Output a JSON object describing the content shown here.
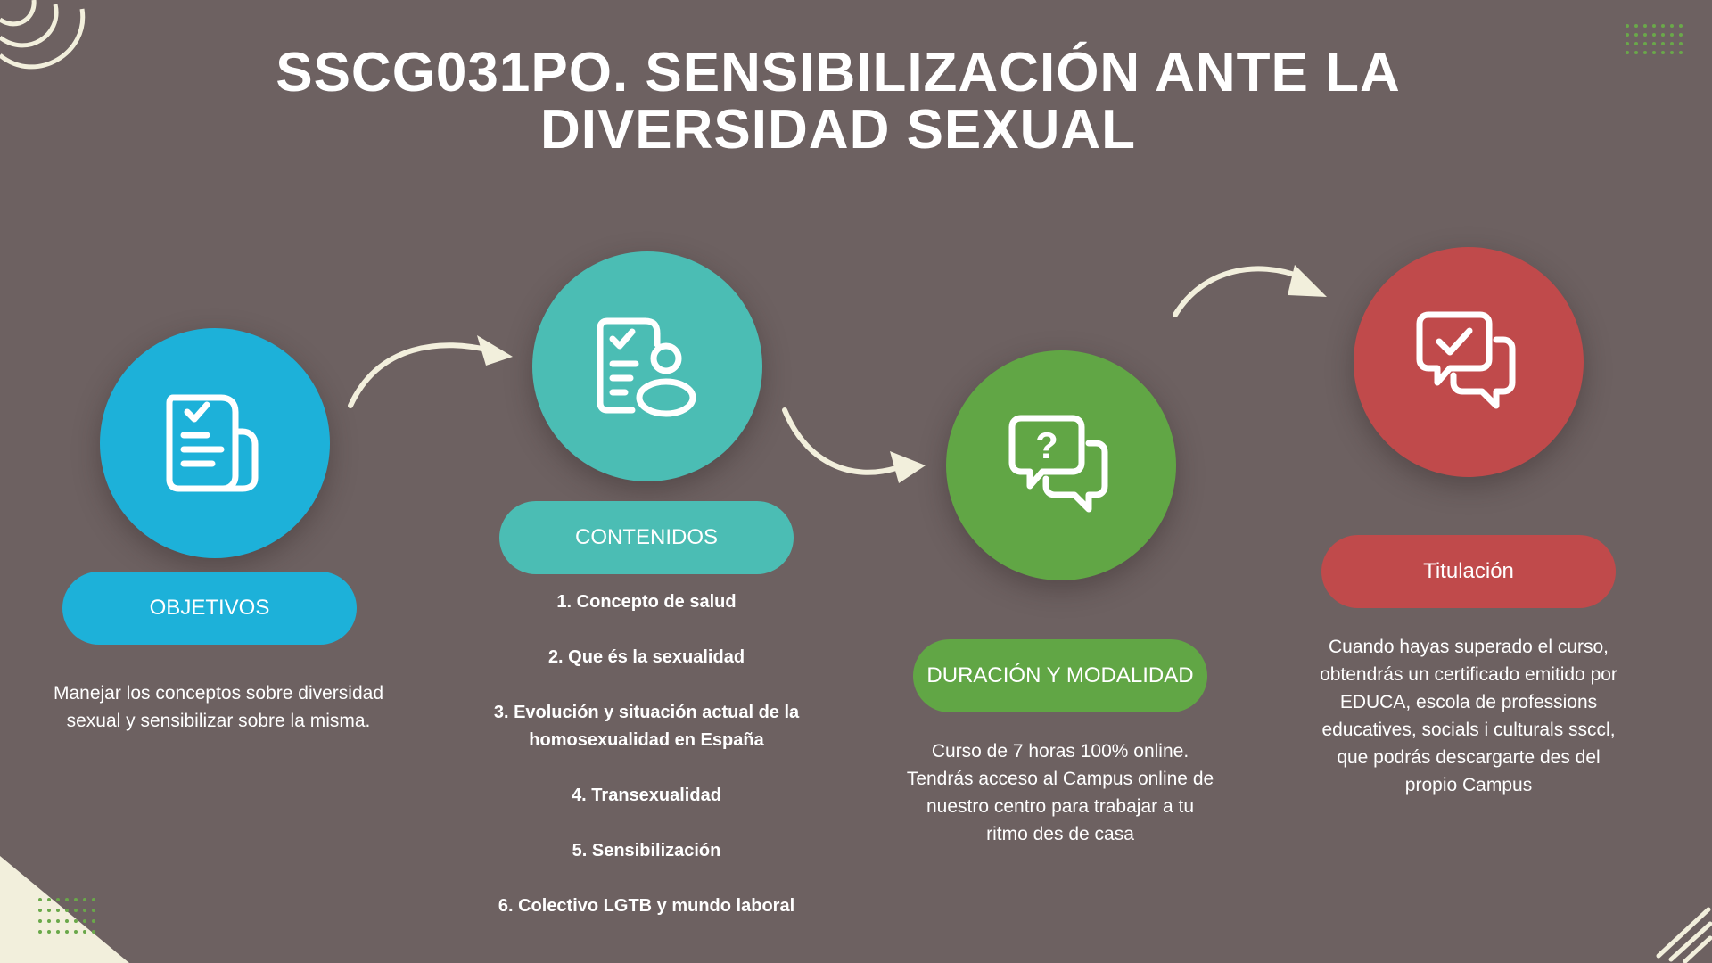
{
  "title": {
    "line1": "SSCG031PO. SENSIBILIZACIÓN ANTE LA",
    "line2": "DIVERSIDAD SEXUAL"
  },
  "colors": {
    "background": "#6d6161",
    "objetivos": "#1db1d9",
    "contenidos": "#4bbdb4",
    "duracion": "#61a645",
    "titulacion": "#c04a4b",
    "arrow": "#f2efdc"
  },
  "objetivos": {
    "icon": "document-check-icon",
    "label": "OBJETIVOS",
    "text": "Manejar los conceptos sobre diversidad sexual y sensibilizar sobre la misma."
  },
  "contenidos": {
    "icon": "checklist-user-icon",
    "label": "CONTENIDOS",
    "items": [
      "1. Concepto de salud",
      "2. Que és la sexualidad",
      "3. Evolución y situación actual de la homosexualidad en España",
      "4. Transexualidad",
      "5. Sensibilización",
      "6. Colectivo LGTB y mundo laboral"
    ]
  },
  "duracion": {
    "icon": "question-chat-icon",
    "label": "DURACIÓN Y MODALIDAD",
    "text": "Curso de 7 horas 100% online. Tendrás acceso al Campus online de nuestro centro para trabajar a tu ritmo des de casa"
  },
  "titulacion": {
    "icon": "check-chat-icon",
    "label": "Titulación",
    "text": "Cuando hayas superado el curso, obtendrás un certificado emitido por EDUCA, escola de professions educatives, socials i culturals ssccl, que podrás descargarte des del propio Campus"
  }
}
